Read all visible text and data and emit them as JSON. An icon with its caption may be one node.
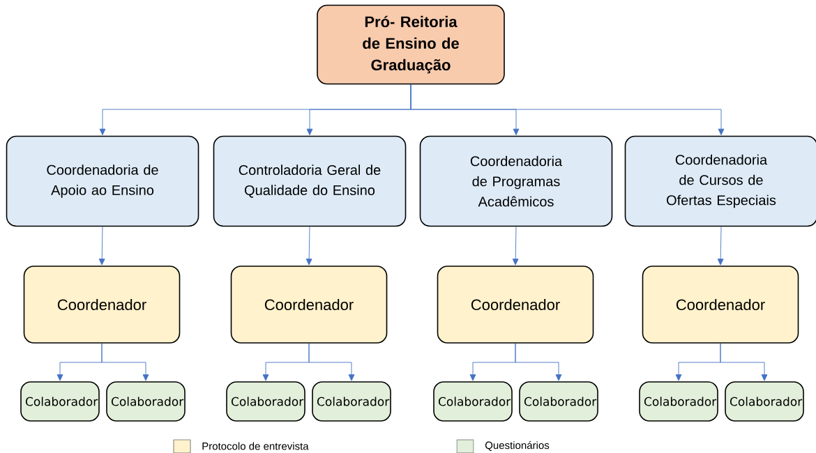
{
  "diagram": {
    "nodes": [
      {
        "text": [
          "Pró- Reitoria de Ensino de Graduação"
        ]
      },
      {
        "text": [
          "Coordenadoria de Apoio ao Ensino"
        ]
      },
      {
        "text": [
          "Controladoria Geral de Qualidade do Ensino"
        ]
      },
      {
        "text": [
          "Coordenadoria de Programas Acadêmicos"
        ]
      },
      {
        "text": [
          "Coordenadoria de Cursos de Ofertas Especiais"
        ]
      },
      {
        "text": [
          "Coordenador"
        ]
      },
      {
        "text": [
          "Coordenador"
        ]
      },
      {
        "text": [
          "Coordenador"
        ]
      },
      {
        "text": [
          "Coordenador"
        ]
      },
      {
        "text": [
          "Colaborador"
        ]
      },
      {
        "text": [
          "Colaborador"
        ]
      },
      {
        "text": [
          "Colaborador"
        ]
      },
      {
        "text": [
          "Colaborador"
        ]
      },
      {
        "text": [
          "Colaborador"
        ]
      },
      {
        "text": [
          "Colaborador"
        ]
      },
      {
        "text": [
          "Colaborador"
        ]
      },
      {
        "text": [
          "Colaborador"
        ]
      }
    ],
    "edges": [
      {
        "from": 0,
        "to": 1,
        "arrow": "to"
      },
      {
        "from": 0,
        "to": 2,
        "arrow": "to"
      },
      {
        "from": 0,
        "to": 3,
        "arrow": "to"
      },
      {
        "from": 0,
        "to": 4,
        "arrow": "to"
      },
      {
        "from": 1,
        "to": 5,
        "arrow": "to"
      },
      {
        "from": 2,
        "to": 6,
        "arrow": "to"
      },
      {
        "from": 3,
        "to": 7,
        "arrow": "to"
      },
      {
        "from": 4,
        "to": 8,
        "arrow": "to"
      },
      {
        "from": 5,
        "to": 9,
        "arrow": "to"
      },
      {
        "from": 5,
        "to": 10,
        "arrow": "to"
      },
      {
        "from": 6,
        "to": 11,
        "arrow": "to"
      },
      {
        "from": 6,
        "to": 12,
        "arrow": "to"
      },
      {
        "from": 7,
        "to": 13,
        "arrow": "to"
      },
      {
        "from": 7,
        "to": 14,
        "arrow": "to"
      },
      {
        "from": 8,
        "to": 15,
        "arrow": "to"
      },
      {
        "from": 8,
        "to": 16,
        "arrow": "to"
      }
    ],
    "legend": [
      {
        "text": "Protocolo de entrevista",
        "color": "#fff2cc"
      },
      {
        "text": "Questionários",
        "color": "#e2efda"
      }
    ]
  }
}
